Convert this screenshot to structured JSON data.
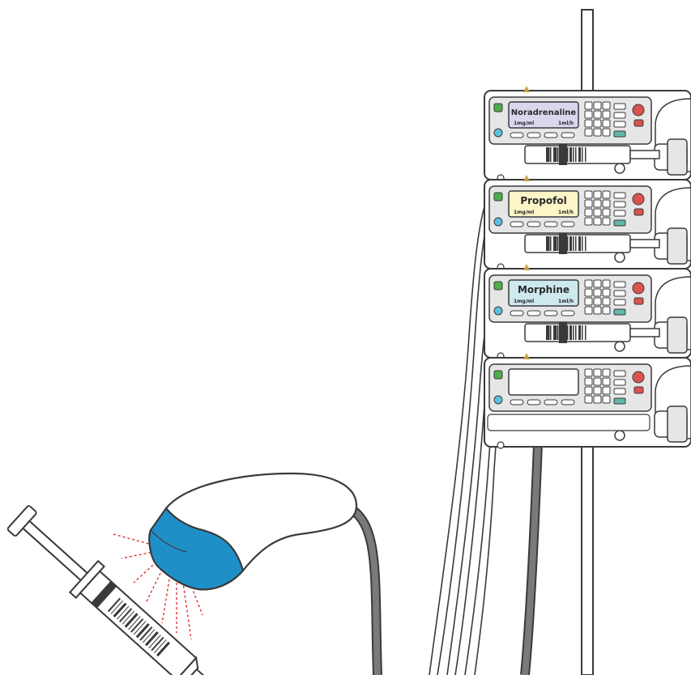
{
  "colors": {
    "outline": "#3a3a3a",
    "pump_body": "#ffffff",
    "pump_face": "#e6e6e6",
    "brand_gold": "#c8a24a",
    "screen_noradrenaline": "#d9d6ee",
    "screen_propofol": "#fbf5c8",
    "screen_morphine": "#cde9ee",
    "screen_empty": "#ffffff",
    "stop_button": "#d9534f",
    "start_button": "#4cae4c",
    "info_button": "#5bc0de",
    "scanner_tip": "#1f8fc8",
    "laser": "#e03030",
    "cable": "#555555"
  },
  "pumps": [
    {
      "drug": "Noradrenaline",
      "conc": "1mg/ml",
      "rate": "1ml/h",
      "screen_color": "#d9d6ee"
    },
    {
      "drug": "Propofol",
      "conc": "1mg/ml",
      "rate": "1ml/h",
      "screen_color": "#fbf5c8"
    },
    {
      "drug": "Morphine",
      "conc": "1mg/ml",
      "rate": "1ml/h",
      "screen_color": "#cde9ee"
    },
    {
      "drug": "",
      "conc": "",
      "rate": "",
      "screen_color": "#ffffff"
    }
  ],
  "icons": {
    "scanner": "barcode-scanner-icon",
    "syringe": "syringe-icon",
    "pole": "iv-pole-icon",
    "pump": "syringe-pump-icon"
  }
}
